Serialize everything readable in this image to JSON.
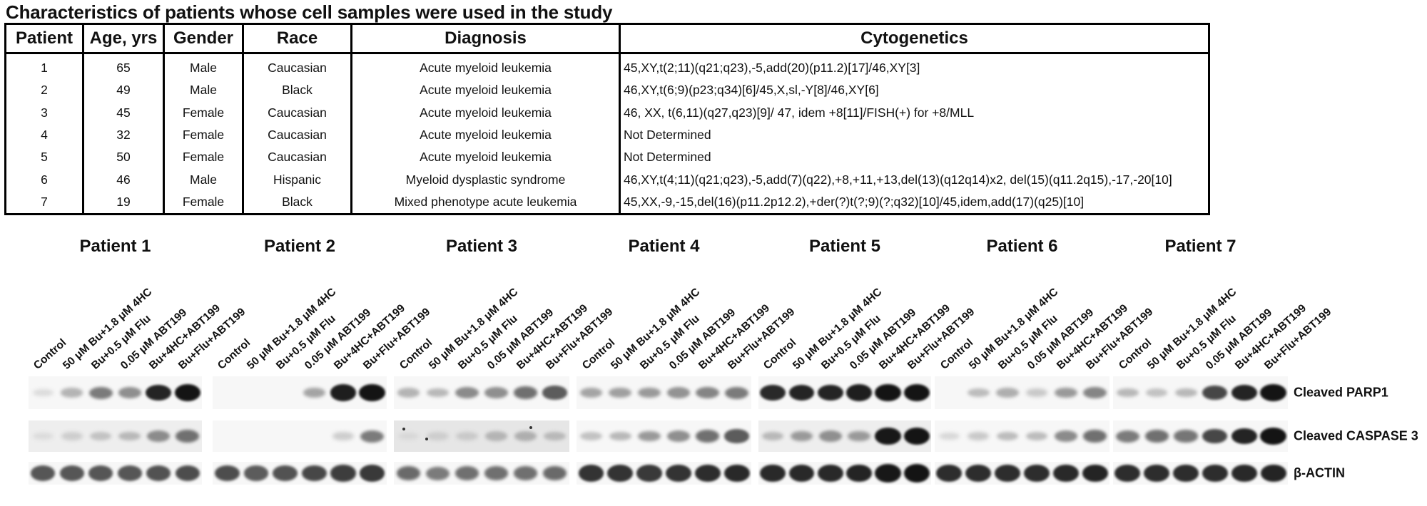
{
  "caption": "Characteristics of patients whose cell samples were used in the study",
  "table": {
    "headers": [
      "Patient",
      "Age, yrs",
      "Gender",
      "Race",
      "Diagnosis",
      "Cytogenetics"
    ],
    "rows": [
      [
        "1",
        "65",
        "Male",
        "Caucasian",
        "Acute myeloid leukemia",
        "45,XY,t(2;11)(q21;q23),-5,add(20)(p11.2)[17]/46,XY[3]"
      ],
      [
        "2",
        "49",
        "Male",
        "Black",
        "Acute myeloid leukemia",
        "46,XY,t(6;9)(p23;q34)[6]/45,X,sl,-Y[8]/46,XY[6]"
      ],
      [
        "3",
        "45",
        "Female",
        "Caucasian",
        "Acute myeloid leukemia",
        "46, XX, t(6,11)(q27,q23)[9]/ 47, idem +8[11]/FISH(+) for +8/MLL"
      ],
      [
        "4",
        "32",
        "Female",
        "Caucasian",
        "Acute myeloid leukemia",
        "Not Determined"
      ],
      [
        "5",
        "50",
        "Female",
        "Caucasian",
        "Acute myeloid leukemia",
        "Not Determined"
      ],
      [
        "6",
        "46",
        "Male",
        "Hispanic",
        "Myeloid dysplastic syndrome",
        "46,XY,t(4;11)(q21;q23),-5,add(7)(q22),+8,+11,+13,del(13)(q12q14)x2, del(15)(q11.2q15),-17,-20[10]"
      ],
      [
        "7",
        "19",
        "Female",
        "Black",
        "Mixed phenotype acute leukemia",
        "45,XX,-9,-15,del(16)(p11.2p12.2),+der(?)t(?;9)(?;q32)[10]/45,idem,add(17)(q25)[10]"
      ]
    ]
  },
  "blots": {
    "patients": [
      "Patient 1",
      "Patient 2",
      "Patient 3",
      "Patient 4",
      "Patient 5",
      "Patient 6",
      "Patient 7"
    ],
    "lanes": [
      "Control",
      "50 μM Bu+1.8 μM 4HC",
      "Bu+0.5 μM Flu",
      "0.05 μM ABT199",
      "Bu+4HC+ABT199",
      "Bu+Flu+ABT199"
    ],
    "row_labels": [
      "Cleaved PARP1",
      "Cleaved CASPASE 3",
      "β-ACTIN"
    ],
    "intensity": [
      [
        [
          0.03,
          0.22,
          0.5,
          0.4,
          0.92,
          1.0
        ],
        [
          0.03,
          0.1,
          0.15,
          0.2,
          0.42,
          0.55
        ],
        [
          0.68,
          0.68,
          0.68,
          0.68,
          0.7,
          0.72
        ]
      ],
      [
        [
          0.0,
          0.0,
          0.0,
          0.3,
          0.95,
          1.0
        ],
        [
          0.0,
          0.0,
          0.0,
          0.0,
          0.1,
          0.5
        ],
        [
          0.72,
          0.65,
          0.7,
          0.75,
          0.8,
          0.82
        ]
      ],
      [
        [
          0.22,
          0.2,
          0.42,
          0.4,
          0.55,
          0.65
        ],
        [
          0.05,
          0.1,
          0.12,
          0.22,
          0.25,
          0.2
        ],
        [
          0.58,
          0.5,
          0.55,
          0.55,
          0.55,
          0.58
        ]
      ],
      [
        [
          0.3,
          0.32,
          0.35,
          0.38,
          0.45,
          0.5
        ],
        [
          0.15,
          0.2,
          0.35,
          0.4,
          0.55,
          0.65
        ],
        [
          0.85,
          0.85,
          0.82,
          0.85,
          0.88,
          0.9
        ]
      ],
      [
        [
          0.9,
          0.92,
          0.92,
          0.95,
          1.0,
          1.0
        ],
        [
          0.2,
          0.35,
          0.4,
          0.35,
          0.98,
          1.0
        ],
        [
          0.9,
          0.9,
          0.9,
          0.92,
          0.98,
          1.0
        ]
      ],
      [
        [
          0.0,
          0.18,
          0.25,
          0.12,
          0.35,
          0.45
        ],
        [
          0.05,
          0.12,
          0.18,
          0.18,
          0.42,
          0.55
        ],
        [
          0.88,
          0.88,
          0.88,
          0.88,
          0.9,
          0.92
        ]
      ],
      [
        [
          0.2,
          0.15,
          0.2,
          0.75,
          0.92,
          1.0
        ],
        [
          0.5,
          0.55,
          0.52,
          0.75,
          0.92,
          1.0
        ],
        [
          0.88,
          0.88,
          0.88,
          0.88,
          0.9,
          0.92
        ]
      ]
    ]
  }
}
